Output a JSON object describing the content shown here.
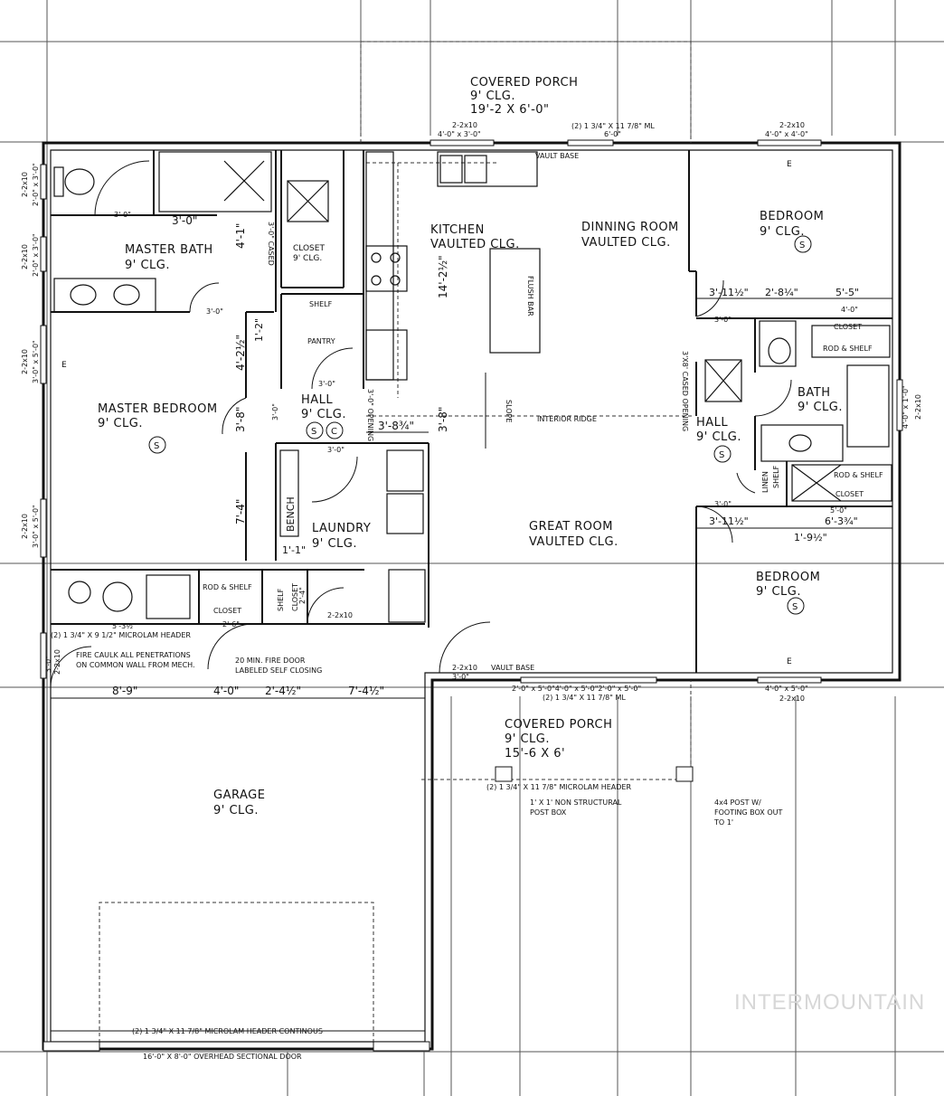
{
  "plan": {
    "rooms": {
      "covered_porch_top": [
        "COVERED PORCH",
        "9' CLG.",
        "19'-2 X 6'-0\""
      ],
      "kitchen": [
        "KITCHEN",
        "VAULTED CLG."
      ],
      "dinning_room": [
        "DINNING ROOM",
        "VAULTED CLG."
      ],
      "bedroom_top": [
        "BEDROOM",
        "9' CLG."
      ],
      "master_bath": [
        "MASTER BATH",
        "9' CLG."
      ],
      "closet_master": [
        "CLOSET",
        "9' CLG."
      ],
      "master_bedroom": [
        "MASTER BEDROOM",
        "9' CLG."
      ],
      "hall_left": [
        "HALL",
        "9' CLG."
      ],
      "pantry": "PANTRY",
      "shelf_pantry": "SHELF",
      "laundry": [
        "LAUNDRY",
        "9' CLG."
      ],
      "bench": "BENCH",
      "great_room": [
        "GREAT ROOM",
        "VAULTED CLG."
      ],
      "hall_right": [
        "HALL",
        "9' CLG."
      ],
      "bath": [
        "BATH",
        "9' CLG."
      ],
      "bedroom_bottom": [
        "BEDROOM",
        "9' CLG."
      ],
      "garage": [
        "GARAGE",
        "9' CLG."
      ],
      "covered_porch_bottom": [
        "COVERED PORCH",
        "9' CLG.",
        "15'-6 X 6'"
      ],
      "closet_mech": "CLOSET",
      "closet_top_right": "CLOSET",
      "closet_mid_right": "CLOSET",
      "rod_shelf_1": "ROD & SHELF",
      "rod_shelf_2": "ROD & SHELF",
      "rod_shelf_3": "ROD & SHELF",
      "linen": "LINEN",
      "shelf_right": "SHELF",
      "shelf_closet": "SHELF",
      "closet_small": "CLOSET"
    },
    "dimensions": {
      "d_14_2": "14'-2½\"",
      "d_3_8a": "3'-8\"",
      "d_3_8b": "3'-8\"",
      "d_3_8_3_4": "3'-8¾\"",
      "d_4_1": "4'-1\"",
      "d_4_2": "4'-2½\"",
      "d_1_2": "1'-2\"",
      "d_7_4": "7'-4\"",
      "d_1_1": "1'-1\"",
      "d_3_11a": "3'-11½\"",
      "d_2_8": "2'-8¼\"",
      "d_5_5": "5'-5\"",
      "d_3_11b": "3'-11½\"",
      "d_6_3": "6'-3¾\"",
      "d_1_9": "1'-9½\"",
      "d_8_9": "8'-9\"",
      "d_4_0": "4'-0\"",
      "d_2_4": "2'-4½\"",
      "d_7_4b": "7'-4½\"",
      "d_3_0_mb": "3'-0\"",
      "d_3_0_a": "3'-0\"",
      "d_3_0_b": "3'-0\"",
      "d_3_0_c": "3'-0\"",
      "d_3_0_d": "3'-0\"",
      "d_3_0_e": "3'-0\"",
      "d_3_0_f": "3'-0\"",
      "d_4_0_s": "4'-0\"",
      "d_5_0": "5'-0\"",
      "d_3_0_v": "3'-0\""
    },
    "notes": {
      "vault_base_top": "VAULT BASE",
      "vault_base_bottom": "VAULT BASE",
      "interior_ridge": "INTERIOR RIDGE",
      "flush_bar": "FLUSH BAR",
      "slope": "SLOPE",
      "cased_opening_right": "3'X8' CASED OPENING",
      "cased_opening_left": "3'-0\" CASED",
      "opening_left": "3'-0\" OPENING",
      "header_top": "(2) 1 3/4\" X 11 7/8\" ML",
      "header_top_2": "6'-0\"",
      "window_top_1": "2-2x10",
      "window_top_1b": "4'-0\" x 3'-0\"",
      "window_top_2": "2-2x10",
      "window_top_2b": "4'-0\" x 4'-0\"",
      "microlam_header": "(2) 1 3/4\" X 9 1/2\" MICROLAM HEADER",
      "fire_caulk": "FIRE CAULK ALL PENETRATIONS",
      "fire_caulk_2": "ON COMMON WALL FROM MECH.",
      "fire_door": "20 MIN. FIRE DOOR",
      "fire_door_2": "LABELED SELF CLOSING",
      "windows_bottom": "2'-0\" x 5'-0\"4'-0\" x 5'-0\"2'-0\" x 5'-0\"",
      "header_bottom": "(2) 1 3/4\" X 11 7/8\" ML",
      "header_porch": "(2) 1 3/4\" X 11 7/8\" MICROLAM HEADER",
      "post_box": "1' X 1' NON STRUCTURAL",
      "post_box_2": "POST BOX",
      "post_4x4": "4x4 POST W/",
      "post_4x4_2": "FOOTING BOX OUT",
      "post_4x4_3": "TO 1'",
      "garage_header": "(2) 1 3/4\" X 11 7/8\" MICROLAM HEADER CONTINOUS",
      "overhead_door": "16'-0\" X 8'-0\" OVERHEAD SECTIONAL DOOR",
      "window_right_bottom": "4'-0\" x 5'-0\"",
      "window_right_bottom_2": "2-2x10",
      "window_right_side": "4'-0\" x 1'-0\"",
      "window_right_side_2": "2-2x10",
      "w_left_1": "2-2x10",
      "w_left_1b": "2'-0\" x 3'-0\"",
      "w_left_2": "2-2x10",
      "w_left_2b": "2'-0\" x 3'-0\"",
      "w_left_3": "2-2x10",
      "w_left_3b": "3'-0\" x 5'-0\"",
      "w_left_4": "2-2x10",
      "w_left_4b": "3'-0\" x 5'-0\"",
      "w_mech": "2-2x10",
      "w_mech_b": "3'-0\"",
      "w_mech2": "2-2x10",
      "w_bot_1": "2-2x10",
      "w_bot_1b": "3'-0\"",
      "w_d_5_3": "5'-3½\"",
      "w_d_2_6": "2'-6\"",
      "w_d_2_4": "2'-4\""
    },
    "symbols": {
      "smoke": "S",
      "co": "C",
      "electric": "E"
    }
  },
  "watermark": "INTERMOUNTAIN"
}
